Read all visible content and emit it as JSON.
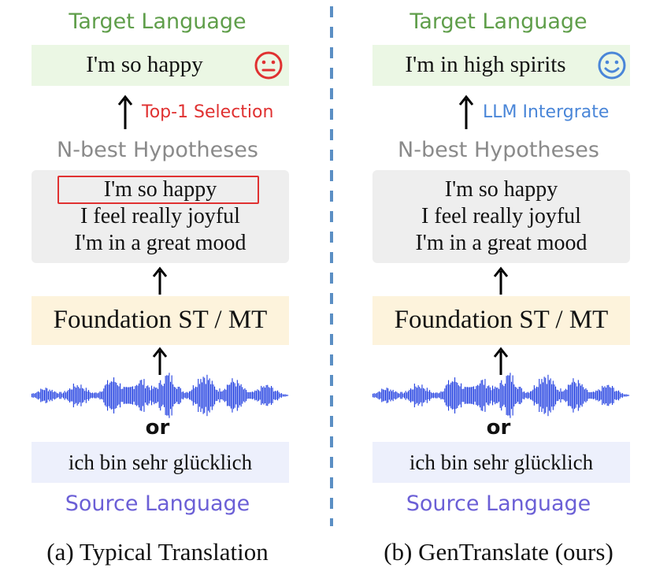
{
  "colors": {
    "target_label": "#5f9e4a",
    "target_box": "#ebf7e4",
    "nbest_label": "#8a8a8a",
    "hyp_box": "#eeeeee",
    "foundation_box": "#fdf3dc",
    "source_box": "#edf0fc",
    "source_label": "#6b5fd6",
    "top1": "#e03131",
    "llm": "#4a86d8",
    "waveform": "#1f3de0",
    "divider": "#5b8fc4"
  },
  "panel_a": {
    "target_label": "Target Language",
    "target_text": "I'm so happy",
    "emoji_icon": "neutral-face-icon",
    "step_label": "Top-1 Selection",
    "nbest_label": "N-best Hypotheses",
    "hypotheses": [
      "I'm so happy",
      "I feel really joyful",
      "I'm in a great mood"
    ],
    "foundation": "Foundation ST / MT",
    "or": "or",
    "source_text": "ich bin sehr glücklich",
    "source_label": "Source Language",
    "caption": "(a) Typical Translation"
  },
  "panel_b": {
    "target_label": "Target Language",
    "target_text": "I'm in high spirits",
    "emoji_icon": "smiling-face-icon",
    "step_label": "LLM Intergrate",
    "nbest_label": "N-best Hypotheses",
    "hypotheses": [
      "I'm so happy",
      "I feel really joyful",
      "I'm in a great mood"
    ],
    "foundation": "Foundation ST / MT",
    "or": "or",
    "source_text": "ich bin sehr glücklich",
    "source_label": "Source Language",
    "caption": "(b) GenTranslate (ours)"
  }
}
